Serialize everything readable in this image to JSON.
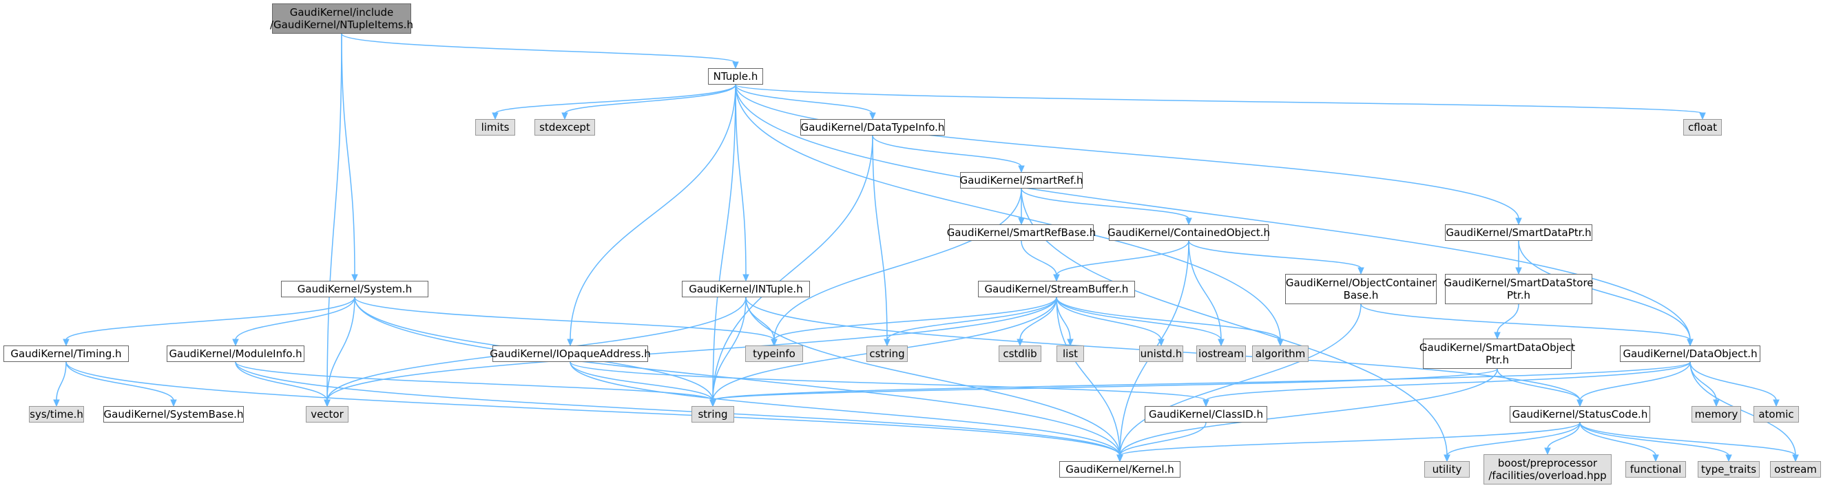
{
  "colors": {
    "edge": "#63b8ff",
    "root_fill": "#999999",
    "external_fill": "#e0e0e0",
    "node_border": "#666666"
  },
  "nodes": {
    "ntupleitems": "GaudiKernel/include\n/GaudiKernel/NTupleItems.h",
    "ntuple": "NTuple.h",
    "limits": "limits",
    "stdexcept": "stdexcept",
    "datatypeinfo": "GaudiKernel/DataTypeInfo.h",
    "cfloat": "cfloat",
    "smartref": "GaudiKernel/SmartRef.h",
    "smartrefbase": "GaudiKernel/SmartRefBase.h",
    "containedobject": "GaudiKernel/ContainedObject.h",
    "smartdataptr": "GaudiKernel/SmartDataPtr.h",
    "system": "GaudiKernel/System.h",
    "intuple": "GaudiKernel/INTuple.h",
    "streambuffer": "GaudiKernel/StreamBuffer.h",
    "objectcontainerbase": "GaudiKernel/ObjectContainer\nBase.h",
    "smartdatastoreptr": "GaudiKernel/SmartDataStore\nPtr.h",
    "timing": "GaudiKernel/Timing.h",
    "moduleinfo": "GaudiKernel/ModuleInfo.h",
    "iopaqueaddress": "GaudiKernel/IOpaqueAddress.h",
    "typeinfo": "typeinfo",
    "cstring": "cstring",
    "cstdlib": "cstdlib",
    "list": "list",
    "unistd": "unistd.h",
    "iostream": "iostream",
    "algorithm": "algorithm",
    "smartdataobjectptr": "GaudiKernel/SmartDataObject\nPtr.h",
    "dataobject": "GaudiKernel/DataObject.h",
    "systime": "sys/time.h",
    "systembase": "GaudiKernel/SystemBase.h",
    "vector": "vector",
    "string": "string",
    "classid": "GaudiKernel/ClassID.h",
    "statuscode": "GaudiKernel/StatusCode.h",
    "memory": "memory",
    "atomic": "atomic",
    "kernel": "GaudiKernel/Kernel.h",
    "utility": "utility",
    "overload": "boost/preprocessor\n/facilities/overload.hpp",
    "functional": "functional",
    "type_traits": "type_traits",
    "ostream": "ostream"
  },
  "edges": [
    [
      "ntupleitems",
      "ntuple"
    ],
    [
      "ntupleitems",
      "system"
    ],
    [
      "ntupleitems",
      "vector"
    ],
    [
      "ntuple",
      "limits"
    ],
    [
      "ntuple",
      "stdexcept"
    ],
    [
      "ntuple",
      "datatypeinfo"
    ],
    [
      "ntuple",
      "cfloat"
    ],
    [
      "ntuple",
      "smartdataptr"
    ],
    [
      "ntuple",
      "intuple"
    ],
    [
      "ntuple",
      "iopaqueaddress"
    ],
    [
      "ntuple",
      "string"
    ],
    [
      "ntuple",
      "algorithm"
    ],
    [
      "ntuple",
      "dataobject"
    ],
    [
      "datatypeinfo",
      "smartref"
    ],
    [
      "datatypeinfo",
      "cstring"
    ],
    [
      "datatypeinfo",
      "string"
    ],
    [
      "smartref",
      "smartrefbase"
    ],
    [
      "smartref",
      "containedobject"
    ],
    [
      "smartref",
      "typeinfo"
    ],
    [
      "smartref",
      "utility"
    ],
    [
      "smartrefbase",
      "streambuffer"
    ],
    [
      "containedobject",
      "streambuffer"
    ],
    [
      "containedobject",
      "objectcontainerbase"
    ],
    [
      "containedobject",
      "iostream"
    ],
    [
      "containedobject",
      "kernel"
    ],
    [
      "smartdataptr",
      "smartdatastoreptr"
    ],
    [
      "smartdataptr",
      "dataobject"
    ],
    [
      "smartdatastoreptr",
      "smartdataobjectptr"
    ],
    [
      "smartdataobjectptr",
      "string"
    ],
    [
      "smartdataobjectptr",
      "statuscode"
    ],
    [
      "smartdataobjectptr",
      "kernel"
    ],
    [
      "objectcontainerbase",
      "dataobject"
    ],
    [
      "objectcontainerbase",
      "kernel"
    ],
    [
      "streambuffer",
      "typeinfo"
    ],
    [
      "streambuffer",
      "cstring"
    ],
    [
      "streambuffer",
      "cstdlib"
    ],
    [
      "streambuffer",
      "list"
    ],
    [
      "streambuffer",
      "unistd"
    ],
    [
      "streambuffer",
      "iostream"
    ],
    [
      "streambuffer",
      "algorithm"
    ],
    [
      "streambuffer",
      "vector"
    ],
    [
      "streambuffer",
      "string"
    ],
    [
      "streambuffer",
      "kernel"
    ],
    [
      "system",
      "timing"
    ],
    [
      "system",
      "moduleinfo"
    ],
    [
      "system",
      "typeinfo"
    ],
    [
      "system",
      "vector"
    ],
    [
      "system",
      "string"
    ],
    [
      "system",
      "kernel"
    ],
    [
      "timing",
      "systime"
    ],
    [
      "timing",
      "systembase"
    ],
    [
      "timing",
      "kernel"
    ],
    [
      "moduleinfo",
      "vector"
    ],
    [
      "moduleinfo",
      "string"
    ],
    [
      "moduleinfo",
      "kernel"
    ],
    [
      "intuple",
      "typeinfo"
    ],
    [
      "intuple",
      "string"
    ],
    [
      "intuple",
      "vector"
    ],
    [
      "intuple",
      "kernel"
    ],
    [
      "intuple",
      "statuscode"
    ],
    [
      "iopaqueaddress",
      "string"
    ],
    [
      "iopaqueaddress",
      "kernel"
    ],
    [
      "iopaqueaddress",
      "classid"
    ],
    [
      "dataobject",
      "string"
    ],
    [
      "dataobject",
      "classid"
    ],
    [
      "dataobject",
      "statuscode"
    ],
    [
      "dataobject",
      "memory"
    ],
    [
      "dataobject",
      "atomic"
    ],
    [
      "dataobject",
      "ostream"
    ],
    [
      "classid",
      "kernel"
    ],
    [
      "statuscode",
      "kernel"
    ],
    [
      "statuscode",
      "utility"
    ],
    [
      "statuscode",
      "overload"
    ],
    [
      "statuscode",
      "functional"
    ],
    [
      "statuscode",
      "type_traits"
    ],
    [
      "statuscode",
      "ostream"
    ]
  ]
}
